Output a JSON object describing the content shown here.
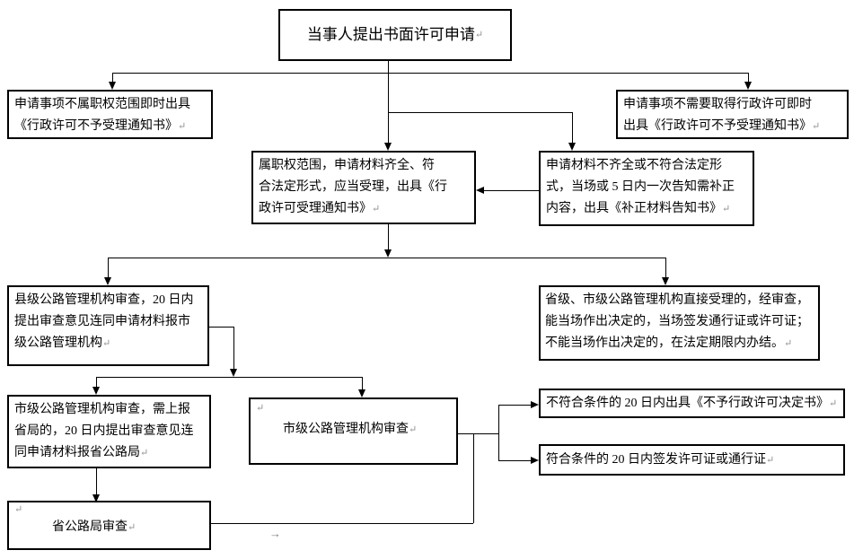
{
  "glyphs": {
    "pilcrow": "↵",
    "small_arrow": "→"
  },
  "colors": {
    "line": "#000000",
    "box_border": "#000000",
    "background": "#ffffff",
    "mark_gray": "#909090"
  },
  "nodes": {
    "title": {
      "text": "当事人提出书面许可申请"
    },
    "left_top": {
      "text": "申请事项不属职权范围即时出具\n《行政许可不予受理通知书》"
    },
    "right_top": {
      "text": "申请事项不需要取得行政许可即时\n出具《行政许可不予受理通知书》"
    },
    "center_mid": {
      "text": "属职权范围，申请材料齐全、符\n合法定形式，应当受理，出具《行\n政许可受理通知书》"
    },
    "right_mid": {
      "text": "申请材料不齐全或不符合法定形\n式，当场或 5 日内一次告知需补正\n内容，出具《补正材料告知书》"
    },
    "county": {
      "text": "县级公路管理机构审查，20 日内\n提出审查意见连同申请材料报市\n级公路管理机构"
    },
    "prov_city": {
      "text": "省级、市级公路管理机构直接受理的，经审查，\n能当场作出决定的，当场签发通行证或许可证；\n不能当场作出决定的，在法定期限内办结。"
    },
    "city_report": {
      "text": "市级公路管理机构审查，需上报\n省局的，20 日内提出审查意见连\n同申请材料报省公路局"
    },
    "city_review": {
      "text": "市级公路管理机构审查"
    },
    "reject": {
      "text": "不符合条件的 20 日内出具《不予行政许可决定书》"
    },
    "approve": {
      "text": "符合条件的 20 日内签发许可证或通行证"
    },
    "prov_bureau": {
      "text": "省公路局审查"
    }
  }
}
